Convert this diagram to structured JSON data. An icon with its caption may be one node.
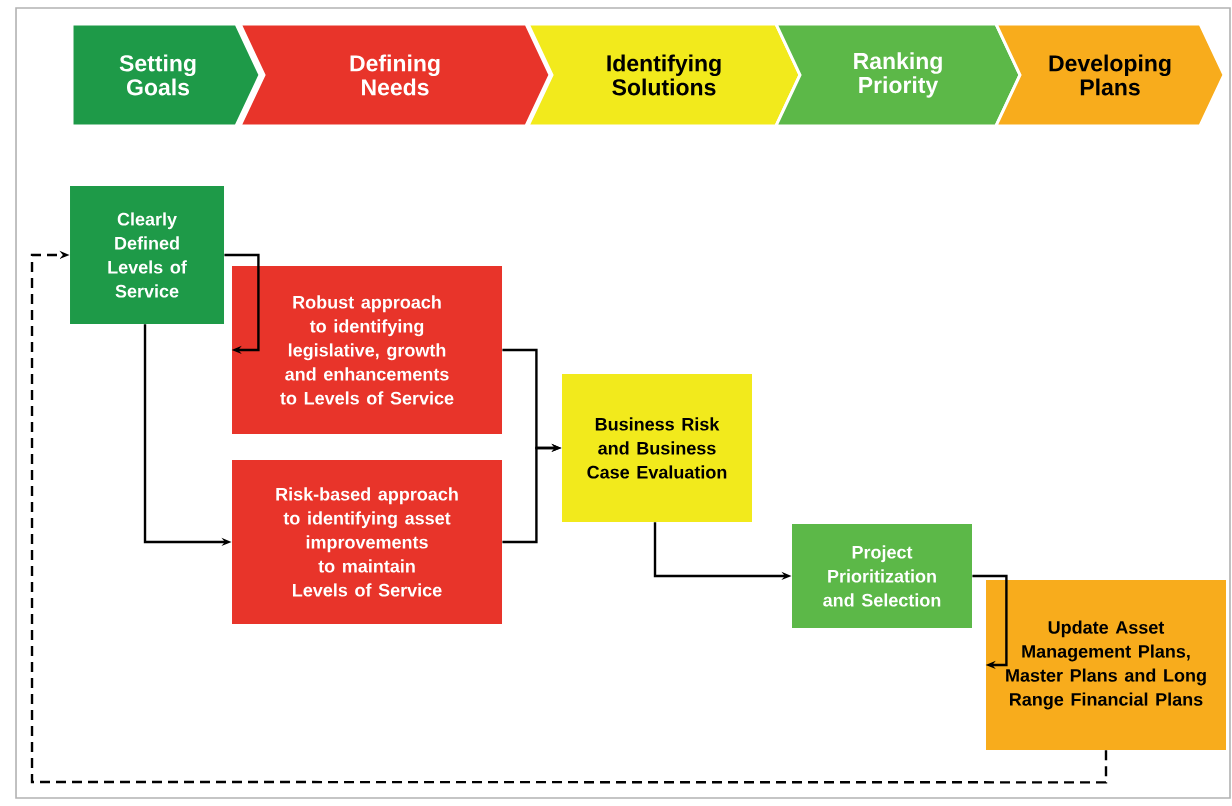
{
  "diagram": {
    "nodes": [
      {
        "text": [
          "Setting Goals"
        ]
      },
      {
        "text": [
          "Defining Needs"
        ]
      },
      {
        "text": [
          "Identifying Solutions"
        ]
      },
      {
        "text": [
          "Ranking Priority"
        ]
      },
      {
        "text": [
          "Developing Plans"
        ]
      },
      {
        "text": [
          "Clearly Defined Levels of Service"
        ]
      },
      {
        "text": [
          "Robust approach to identifying legislative, growth and enhancements to Levels of Service"
        ]
      },
      {
        "text": [
          "Risk-based approach to identifying asset improvements to maintain Levels of Service"
        ]
      },
      {
        "text": [
          "Business Risk and Business Case Evaluation"
        ]
      },
      {
        "text": [
          "Project Prioritization and Selection"
        ]
      },
      {
        "text": [
          "Update Asset Management Plans, Master Plans and Long Range Financial Plans"
        ]
      }
    ],
    "edges": [
      {
        "from": 5,
        "to": 6,
        "arrow": "to"
      },
      {
        "from": 5,
        "to": 7,
        "arrow": "to"
      },
      {
        "from": 6,
        "to": 8,
        "arrow": "to"
      },
      {
        "from": 7,
        "to": 8,
        "arrow": "to"
      },
      {
        "from": 8,
        "to": 9,
        "arrow": "to"
      },
      {
        "from": 9,
        "to": 10,
        "arrow": "to"
      },
      {
        "from": 10,
        "to": 5,
        "arrow": "to",
        "style": "dashed"
      }
    ]
  }
}
